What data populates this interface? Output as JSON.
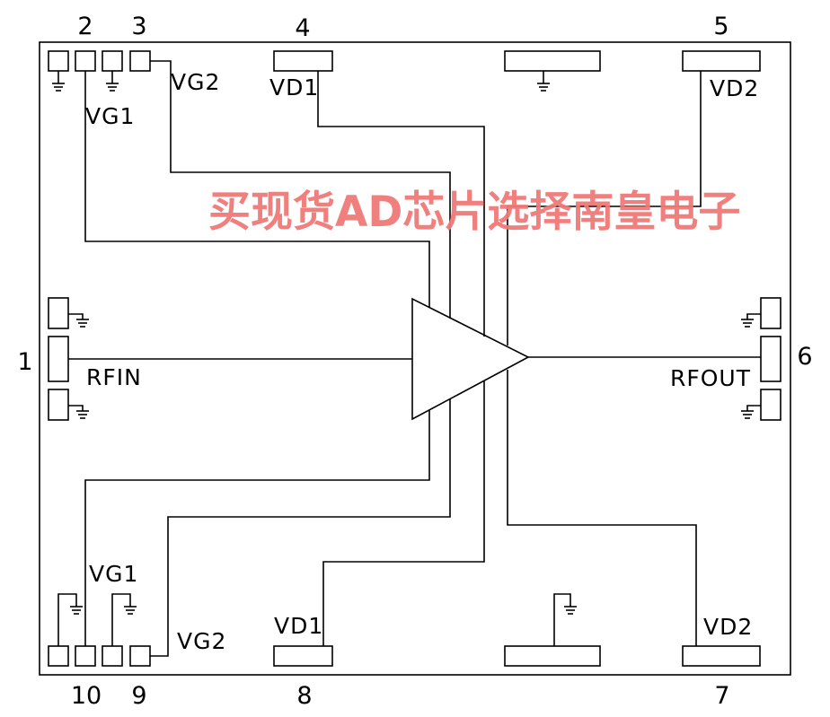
{
  "pins": {
    "p1": "1",
    "p2": "2",
    "p3": "3",
    "p4": "4",
    "p5": "5",
    "p6": "6",
    "p7": "7",
    "p8": "8",
    "p9": "9",
    "p10": "10"
  },
  "labels": {
    "vg1_top": "VG1",
    "vg2_top": "VG2",
    "vd1_top": "VD1",
    "vd2_top": "VD2",
    "rfin": "RFIN",
    "rfout": "RFOUT",
    "vg1_bottom": "VG1",
    "vg2_bottom": "VG2",
    "vd1_bottom": "VD1",
    "vd2_bottom": "VD2"
  },
  "watermark": "买现货AD芯片选择南皇电子",
  "colors": {
    "line": "#000000",
    "watermark": "#f07a78",
    "background": "#ffffff"
  }
}
